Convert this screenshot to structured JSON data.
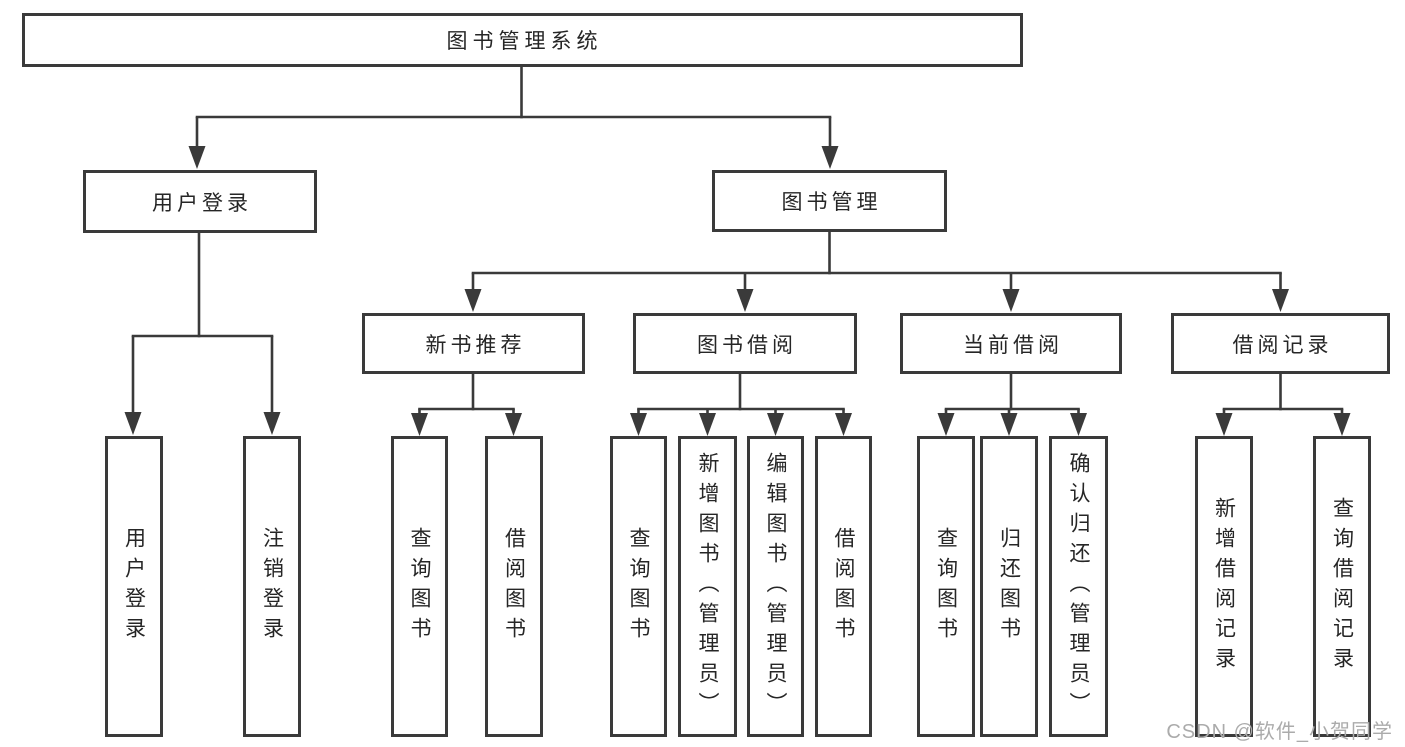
{
  "tree": {
    "label": "图书管理系统",
    "children": [
      {
        "label": "用户登录",
        "children": [
          {
            "label": "用户登录"
          },
          {
            "label": "注销登录"
          }
        ]
      },
      {
        "label": "图书管理",
        "children": [
          {
            "label": "新书推荐",
            "children": [
              {
                "label": "查询图书"
              },
              {
                "label": "借阅图书"
              }
            ]
          },
          {
            "label": "图书借阅",
            "children": [
              {
                "label": "查询图书"
              },
              {
                "label": "新增图书（管理员）"
              },
              {
                "label": "编辑图书（管理员）"
              },
              {
                "label": "借阅图书"
              }
            ]
          },
          {
            "label": "当前借阅",
            "children": [
              {
                "label": "查询图书"
              },
              {
                "label": "归还图书"
              },
              {
                "label": "确认归还（管理员）"
              }
            ]
          },
          {
            "label": "借阅记录",
            "children": [
              {
                "label": "新增借阅记录"
              },
              {
                "label": "查询借阅记录"
              }
            ]
          }
        ]
      }
    ]
  },
  "watermark": {
    "text": "CSDN @软件_小贺同学"
  },
  "colors": {
    "line": "#3a3a3a",
    "text": "#262626",
    "background": "#ffffff",
    "watermark": "#ababab"
  }
}
